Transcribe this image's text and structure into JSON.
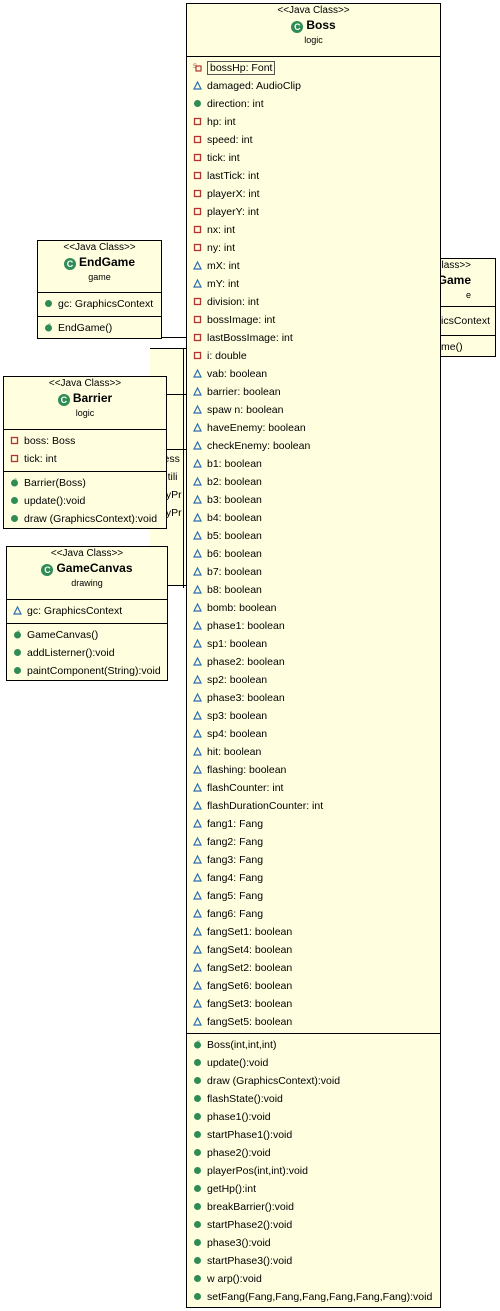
{
  "boss": {
    "stereotype": "<<Java Class>>",
    "name": "Boss",
    "package": "logic",
    "fields": [
      {
        "vis": "static-final",
        "text": "bossHp: Font"
      },
      {
        "vis": "protected",
        "text": "damaged: AudioClip"
      },
      {
        "vis": "public",
        "text": "direction: int"
      },
      {
        "vis": "private",
        "text": "hp: int"
      },
      {
        "vis": "private",
        "text": "speed: int"
      },
      {
        "vis": "private",
        "text": "tick: int"
      },
      {
        "vis": "private",
        "text": "lastTick: int"
      },
      {
        "vis": "private",
        "text": "playerX: int"
      },
      {
        "vis": "private",
        "text": "playerY: int"
      },
      {
        "vis": "private",
        "text": "nx: int"
      },
      {
        "vis": "private",
        "text": "ny: int"
      },
      {
        "vis": "protected",
        "text": "mX: int"
      },
      {
        "vis": "protected",
        "text": "mY: int"
      },
      {
        "vis": "private",
        "text": "division: int"
      },
      {
        "vis": "private",
        "text": "bossImage: int"
      },
      {
        "vis": "private",
        "text": "lastBossImage: int"
      },
      {
        "vis": "private",
        "text": "i: double"
      },
      {
        "vis": "protected",
        "text": "vab: boolean"
      },
      {
        "vis": "protected",
        "text": "barrier: boolean"
      },
      {
        "vis": "protected",
        "text": "spaw n: boolean"
      },
      {
        "vis": "protected",
        "text": "haveEnemy: boolean"
      },
      {
        "vis": "protected",
        "text": "checkEnemy: boolean"
      },
      {
        "vis": "protected",
        "text": "b1: boolean"
      },
      {
        "vis": "protected",
        "text": "b2: boolean"
      },
      {
        "vis": "protected",
        "text": "b3: boolean"
      },
      {
        "vis": "protected",
        "text": "b4: boolean"
      },
      {
        "vis": "protected",
        "text": "b5: boolean"
      },
      {
        "vis": "protected",
        "text": "b6: boolean"
      },
      {
        "vis": "protected",
        "text": "b7: boolean"
      },
      {
        "vis": "protected",
        "text": "b8: boolean"
      },
      {
        "vis": "protected",
        "text": "bomb: boolean"
      },
      {
        "vis": "protected",
        "text": "phase1: boolean"
      },
      {
        "vis": "protected",
        "text": "sp1: boolean"
      },
      {
        "vis": "protected",
        "text": "phase2: boolean"
      },
      {
        "vis": "protected",
        "text": "sp2: boolean"
      },
      {
        "vis": "protected",
        "text": "phase3: boolean"
      },
      {
        "vis": "protected",
        "text": "sp3: boolean"
      },
      {
        "vis": "protected",
        "text": "sp4: boolean"
      },
      {
        "vis": "protected",
        "text": "hit: boolean"
      },
      {
        "vis": "protected",
        "text": "flashing: boolean"
      },
      {
        "vis": "protected",
        "text": "flashCounter: int"
      },
      {
        "vis": "protected",
        "text": "flashDurationCounter: int"
      },
      {
        "vis": "protected",
        "text": "fang1: Fang"
      },
      {
        "vis": "protected",
        "text": "fang2: Fang"
      },
      {
        "vis": "protected",
        "text": "fang3: Fang"
      },
      {
        "vis": "protected",
        "text": "fang4: Fang"
      },
      {
        "vis": "protected",
        "text": "fang5: Fang"
      },
      {
        "vis": "protected",
        "text": "fang6: Fang"
      },
      {
        "vis": "protected",
        "text": "fangSet1: boolean"
      },
      {
        "vis": "protected",
        "text": "fangSet4: boolean"
      },
      {
        "vis": "protected",
        "text": "fangSet2: boolean"
      },
      {
        "vis": "protected",
        "text": "fangSet6: boolean"
      },
      {
        "vis": "protected",
        "text": "fangSet3: boolean"
      },
      {
        "vis": "protected",
        "text": "fangSet5: boolean"
      }
    ],
    "methods": [
      {
        "vis": "constructor",
        "text": "Boss(int,int,int)"
      },
      {
        "vis": "public",
        "text": "update():void"
      },
      {
        "vis": "public",
        "text": "draw (GraphicsContext):void"
      },
      {
        "vis": "public",
        "text": "flashState():void"
      },
      {
        "vis": "public",
        "text": "phase1():void"
      },
      {
        "vis": "public",
        "text": "startPhase1():void"
      },
      {
        "vis": "public",
        "text": "phase2():void"
      },
      {
        "vis": "public",
        "text": "playerPos(int,int):void"
      },
      {
        "vis": "public",
        "text": "getHp():int"
      },
      {
        "vis": "public",
        "text": "breakBarrier():void"
      },
      {
        "vis": "public",
        "text": "startPhase2():void"
      },
      {
        "vis": "public",
        "text": "phase3():void"
      },
      {
        "vis": "public",
        "text": "startPhase3():void"
      },
      {
        "vis": "public",
        "text": "w arp():void"
      },
      {
        "vis": "public",
        "text": "setFang(Fang,Fang,Fang,Fang,Fang,Fang):void"
      }
    ]
  },
  "endgame": {
    "stereotype": "<<Java Class>>",
    "name": "EndGame",
    "package": "game",
    "fields": [
      {
        "vis": "public",
        "text": "gc: GraphicsContext"
      }
    ],
    "methods": [
      {
        "vis": "constructor",
        "text": "EndGame()"
      }
    ]
  },
  "barrier": {
    "stereotype": "<<Java Class>>",
    "name": "Barrier",
    "package": "logic",
    "fields": [
      {
        "vis": "private",
        "text": "boss: Boss"
      },
      {
        "vis": "private",
        "text": "tick: int"
      }
    ],
    "methods": [
      {
        "vis": "constructor",
        "text": "Barrier(Boss)"
      },
      {
        "vis": "public",
        "text": "update():void"
      },
      {
        "vis": "public",
        "text": "draw (GraphicsContext):void"
      }
    ]
  },
  "gamecanvas": {
    "stereotype": "<<Java Class>>",
    "name": "GameCanvas",
    "package": "drawing",
    "fields": [
      {
        "vis": "protected",
        "text": "gc: GraphicsContext"
      }
    ],
    "methods": [
      {
        "vis": "constructor",
        "text": "GameCanvas()"
      },
      {
        "vis": "public",
        "text": "addListerner():void"
      },
      {
        "vis": "public",
        "text": "paintComponent(String):void"
      }
    ]
  },
  "partial_right": {
    "stereotype": "lass>>",
    "name": "rGame",
    "package": "e",
    "field": "icsContext",
    "method": "me()"
  },
  "partial_left": {
    "lines": [
      "ress",
      "Utili",
      "eyPr",
      "eyPr"
    ]
  },
  "colors": {
    "class_fill": "#ffffe0",
    "public": "#2f8c55",
    "private": "#b0352f",
    "protected": "#2f6db0",
    "class_icon": "#2f8c55"
  }
}
